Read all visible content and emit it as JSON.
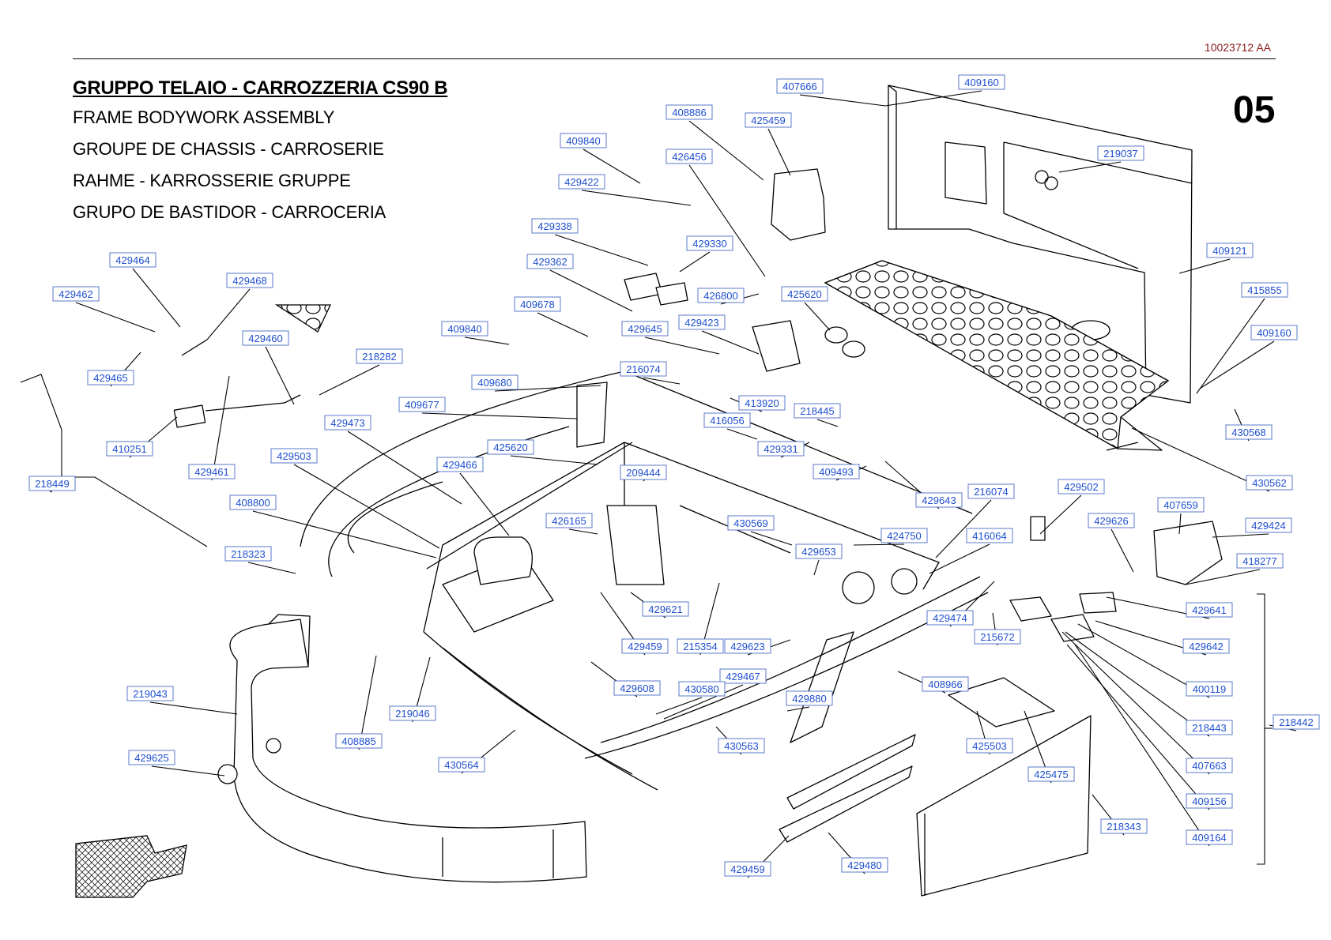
{
  "header": {
    "doc_number": "10023712 AA",
    "page_number": "05",
    "title_it": "GRUPPO TELAIO - CARROZZERIA CS90 B",
    "title_en": "FRAME BODYWORK ASSEMBLY",
    "title_fr": "GROUPE DE CHASSIS - CARROSERIE",
    "title_de": "RAHME - KARROSSERIE GRUPPE",
    "title_es": "GRUPO DE BASTIDOR - CARROCERIA"
  },
  "part_labels": [
    "407666",
    "409160",
    "408886",
    "425459",
    "409840",
    "426456",
    "429422",
    "219037",
    "429338",
    "429330",
    "429362",
    "426800",
    "425620",
    "409121",
    "429464",
    "429468",
    "409678",
    "429645",
    "429423",
    "415855",
    "429462",
    "409840",
    "409160",
    "429460",
    "218282",
    "216074",
    "413920",
    "429465",
    "409680",
    "416056",
    "218445",
    "409677",
    "429473",
    "430568",
    "410251",
    "429461",
    "425620",
    "429331",
    "429503",
    "429466",
    "209444",
    "409493",
    "429643",
    "216074",
    "429502",
    "430562",
    "218449",
    "408800",
    "426165",
    "430569",
    "424750",
    "429626",
    "407659",
    "429424",
    "218323",
    "416064",
    "429653",
    "418277",
    "429621",
    "429474",
    "429641",
    "215672",
    "429459",
    "215354",
    "429623",
    "429642",
    "429467",
    "429608",
    "430580",
    "408966",
    "400119",
    "219043",
    "219046",
    "429880",
    "218443",
    "218442",
    "408885",
    "430563",
    "425503",
    "429625",
    "430564",
    "407663",
    "425475",
    "409156",
    "218343",
    "409164",
    "429459",
    "429480"
  ],
  "colors": {
    "label_text": "#1f4fd0",
    "label_border": "#5a78c8",
    "doc_number": "#8b1a1a",
    "line": "#000000"
  },
  "icons": {
    "direction_arrow": "hatched-arrow-icon",
    "step_plate": "perforated-plate-icon"
  }
}
